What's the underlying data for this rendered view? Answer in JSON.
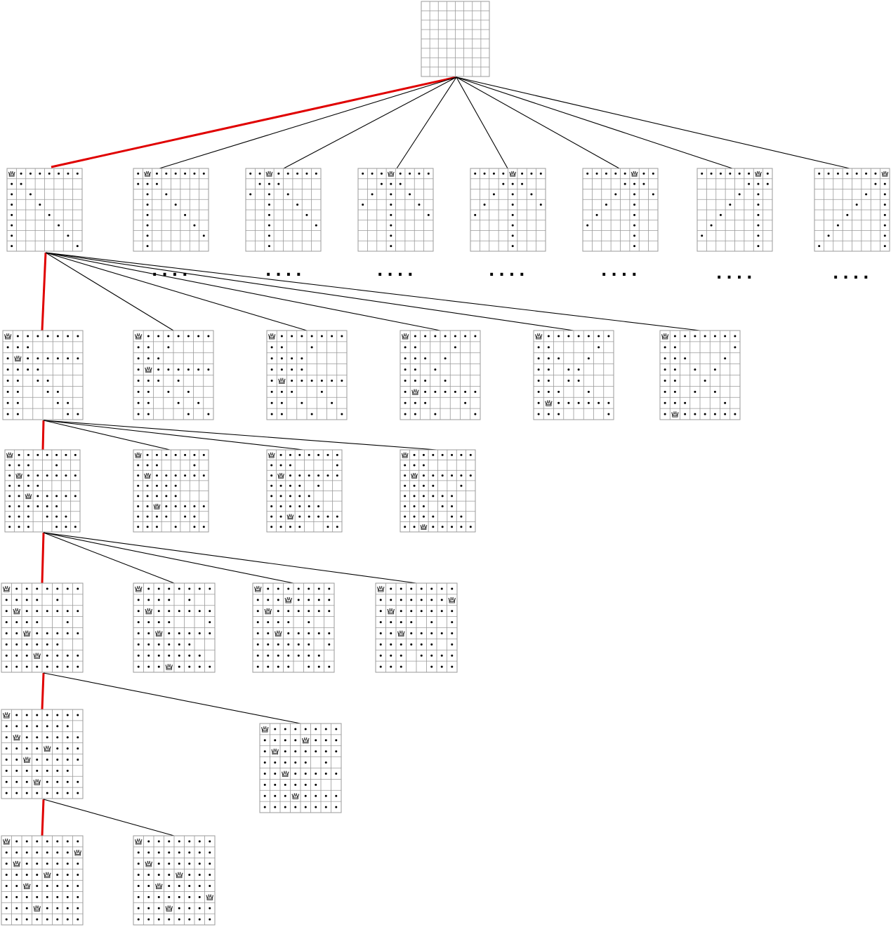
{
  "diagram": {
    "board_size": 8,
    "queen_icon": "crown-icon",
    "line_colors": {
      "path": "#e00000",
      "edge": "#000000",
      "grid": "#9a9a9a",
      "dot": "#000000"
    },
    "ellipsis": "....",
    "nodes": [
      {
        "id": "root",
        "queens": []
      },
      {
        "id": "l1-1",
        "queens": [
          [
            0,
            0
          ]
        ],
        "on_path": true
      },
      {
        "id": "l1-2",
        "queens": [
          [
            0,
            1
          ]
        ]
      },
      {
        "id": "l1-3",
        "queens": [
          [
            0,
            2
          ]
        ]
      },
      {
        "id": "l1-4",
        "queens": [
          [
            0,
            3
          ]
        ]
      },
      {
        "id": "l1-5",
        "queens": [
          [
            0,
            4
          ]
        ]
      },
      {
        "id": "l1-6",
        "queens": [
          [
            0,
            5
          ]
        ]
      },
      {
        "id": "l1-7",
        "queens": [
          [
            0,
            6
          ]
        ]
      },
      {
        "id": "l1-8",
        "queens": [
          [
            0,
            7
          ]
        ]
      },
      {
        "id": "l2-1",
        "queens": [
          [
            0,
            0
          ],
          [
            2,
            1
          ]
        ],
        "on_path": true
      },
      {
        "id": "l2-2",
        "queens": [
          [
            0,
            0
          ],
          [
            3,
            1
          ]
        ]
      },
      {
        "id": "l2-3",
        "queens": [
          [
            0,
            0
          ],
          [
            4,
            1
          ]
        ]
      },
      {
        "id": "l2-4",
        "queens": [
          [
            0,
            0
          ],
          [
            5,
            1
          ]
        ]
      },
      {
        "id": "l2-5",
        "queens": [
          [
            0,
            0
          ],
          [
            6,
            1
          ]
        ]
      },
      {
        "id": "l2-6",
        "queens": [
          [
            0,
            0
          ],
          [
            7,
            1
          ]
        ]
      },
      {
        "id": "l3-1",
        "queens": [
          [
            0,
            0
          ],
          [
            2,
            1
          ],
          [
            4,
            2
          ]
        ],
        "on_path": true
      },
      {
        "id": "l3-2",
        "queens": [
          [
            0,
            0
          ],
          [
            2,
            1
          ],
          [
            5,
            2
          ]
        ]
      },
      {
        "id": "l3-3",
        "queens": [
          [
            0,
            0
          ],
          [
            2,
            1
          ],
          [
            6,
            2
          ]
        ]
      },
      {
        "id": "l3-4",
        "queens": [
          [
            0,
            0
          ],
          [
            2,
            1
          ],
          [
            7,
            2
          ]
        ]
      },
      {
        "id": "l4-1",
        "queens": [
          [
            0,
            0
          ],
          [
            2,
            1
          ],
          [
            4,
            2
          ],
          [
            6,
            3
          ]
        ],
        "on_path": true
      },
      {
        "id": "l4-2",
        "queens": [
          [
            0,
            0
          ],
          [
            2,
            1
          ],
          [
            4,
            2
          ],
          [
            7,
            3
          ]
        ]
      },
      {
        "id": "l4-3",
        "queens": [
          [
            0,
            0
          ],
          [
            2,
            1
          ],
          [
            4,
            2
          ],
          [
            1,
            3
          ]
        ]
      },
      {
        "id": "l4-4",
        "queens": [
          [
            0,
            0
          ],
          [
            2,
            1
          ],
          [
            4,
            2
          ],
          [
            1,
            7
          ]
        ]
      },
      {
        "id": "l5-1",
        "queens": [
          [
            0,
            0
          ],
          [
            2,
            1
          ],
          [
            4,
            2
          ],
          [
            6,
            3
          ],
          [
            3,
            4
          ]
        ],
        "on_path": true
      },
      {
        "id": "l5-2",
        "queens": [
          [
            0,
            0
          ],
          [
            2,
            1
          ],
          [
            4,
            2
          ],
          [
            6,
            3
          ],
          [
            1,
            4
          ]
        ]
      },
      {
        "id": "l6-1",
        "queens": [
          [
            0,
            0
          ],
          [
            2,
            1
          ],
          [
            4,
            2
          ],
          [
            6,
            3
          ],
          [
            3,
            4
          ],
          [
            1,
            7
          ]
        ],
        "on_path": true
      },
      {
        "id": "l6-2",
        "queens": [
          [
            0,
            0
          ],
          [
            2,
            1
          ],
          [
            4,
            2
          ],
          [
            6,
            3
          ],
          [
            3,
            4
          ],
          [
            5,
            7
          ]
        ]
      }
    ]
  }
}
